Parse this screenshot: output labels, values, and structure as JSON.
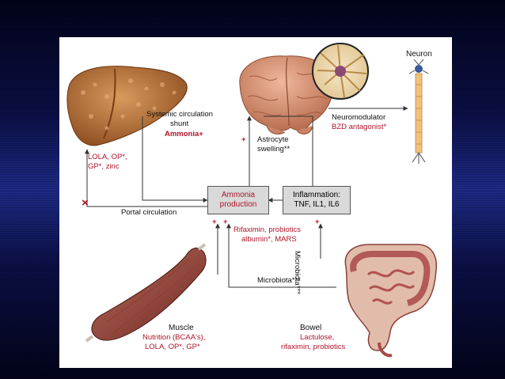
{
  "neuron_title": "Neuron",
  "liver_treatment": [
    "LOLA, OP*,",
    "GP*, zinc"
  ],
  "shunt": [
    "Systemic circulation",
    "shunt"
  ],
  "ammonia_plus": "Ammonia+",
  "astrocyte": [
    "Astrocyte",
    "swelling**"
  ],
  "neuromodulator": "Neuromodulator",
  "bzd": "BZD antagonist*",
  "ammonia_box": [
    "Ammonia",
    "production"
  ],
  "inflammation_box": [
    "Inflammation:",
    "TNF, IL1, IL6"
  ],
  "portal": "Portal circulation",
  "rifaximin": [
    "Rifaximin, probiotics",
    "albumin*, MARS"
  ],
  "microbiota_vertical": "Microbiota***",
  "microbiota_horizontal": "Microbiota***",
  "muscle_title": "Muscle",
  "muscle_treatment": [
    "Nutrition (BCAA's),",
    "LOLA, OP*, GP*"
  ],
  "bowel_title": "Bowel",
  "bowel_treatment": [
    "Lactulose,",
    "rifaximin, probiotics"
  ],
  "plus": "+",
  "cross": "×",
  "colors": {
    "red": "#b0132a",
    "box_fill": "#d9d9d9",
    "arrow": "#333333"
  }
}
